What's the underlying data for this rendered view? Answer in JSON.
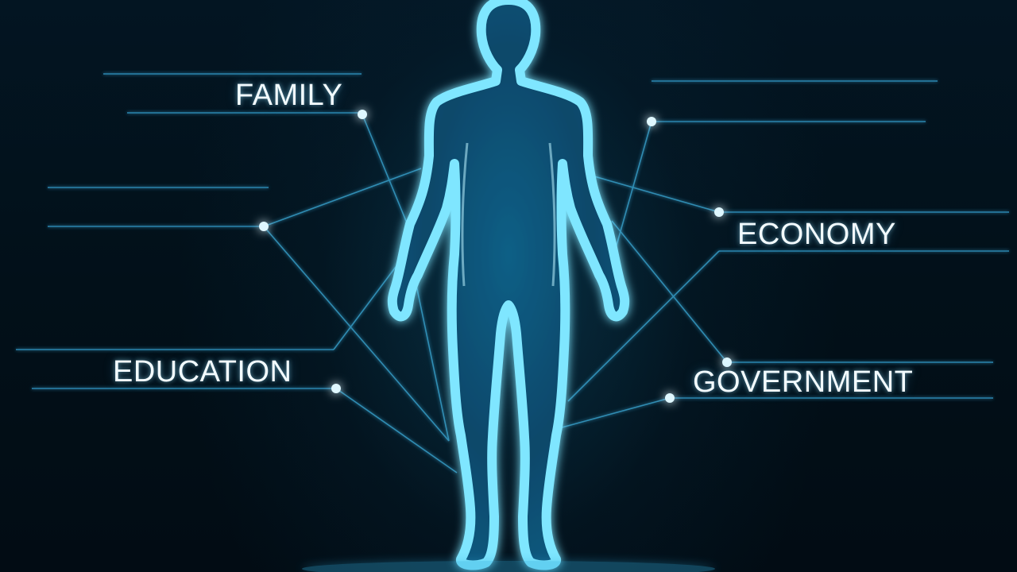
{
  "diagram": {
    "labels": {
      "family": "FAMILY",
      "economy": "ECONOMY",
      "education": "EDUCATION",
      "government": "GOVERNMENT"
    },
    "figure": "human-silhouette",
    "colors": {
      "background": "#02111b",
      "glow": "#5fdcff",
      "line": "#3aa9d6",
      "label_text": "#f2fbff"
    }
  }
}
